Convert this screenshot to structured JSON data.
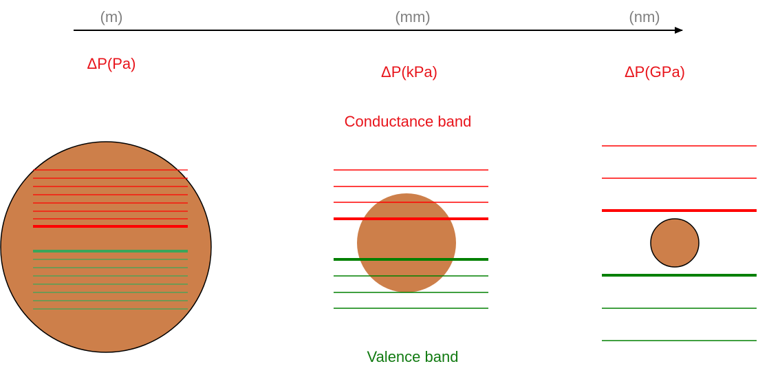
{
  "scale_axis": {
    "labels": [
      "(m)",
      "(mm)",
      "(nm)"
    ]
  },
  "pressure_labels": [
    "ΔP(Pa)",
    "ΔP(kPa)",
    "ΔP(GPa)"
  ],
  "band_labels": {
    "conductance": "Conductance band",
    "valence": "Valence band"
  },
  "colors": {
    "axis": "#000000",
    "scale_text": "#808080",
    "pressure_text": "#e8141b",
    "conductance_text": "#e8141b",
    "valence_text": "#117a11",
    "particle_fill": "#cd7f4a",
    "conductance_line": "#ff0000",
    "valence_line_dark": "#008000",
    "valence_line_light": "#3aa65a"
  }
}
